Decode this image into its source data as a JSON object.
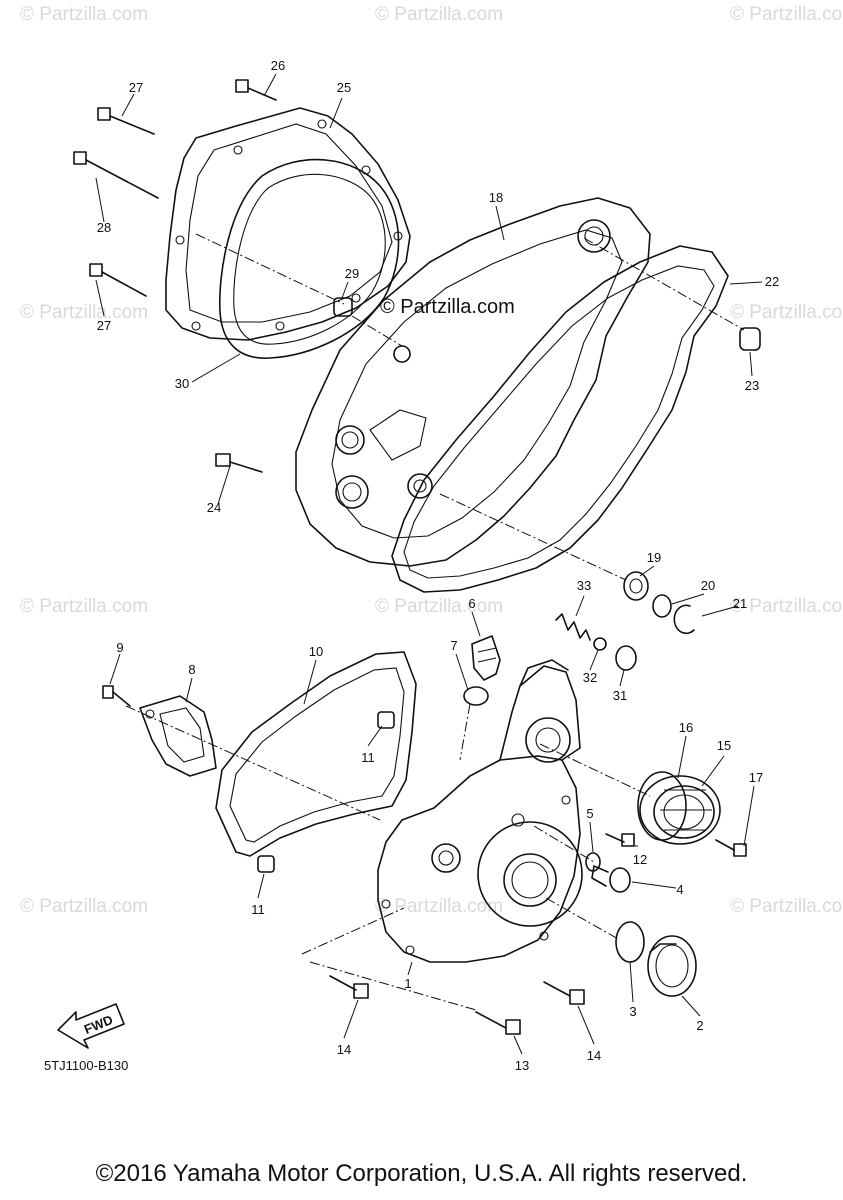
{
  "watermark": "© Partzilla.com",
  "watermark_center": "© Partzilla.com",
  "drawing_code": "5TJ1100-B130",
  "fwd_label": "FWD",
  "copyright": "©2016 Yamaha Motor Corporation, U.S.A. All rights reserved.",
  "callouts": {
    "c1": "1",
    "c2": "2",
    "c3": "3",
    "c4": "4",
    "c5": "5",
    "c6": "6",
    "c7": "7",
    "c8": "8",
    "c9": "9",
    "c10": "10",
    "c11a": "11",
    "c11b": "11",
    "c12": "12",
    "c13": "13",
    "c14a": "14",
    "c14b": "14",
    "c15": "15",
    "c16": "16",
    "c17": "17",
    "c18": "18",
    "c19": "19",
    "c20": "20",
    "c21": "21",
    "c22": "22",
    "c23": "23",
    "c24": "24",
    "c25": "25",
    "c26": "26",
    "c27a": "27",
    "c27b": "27",
    "c28": "28",
    "c29": "29",
    "c30": "30",
    "c31": "31",
    "c32": "32",
    "c33": "33"
  }
}
